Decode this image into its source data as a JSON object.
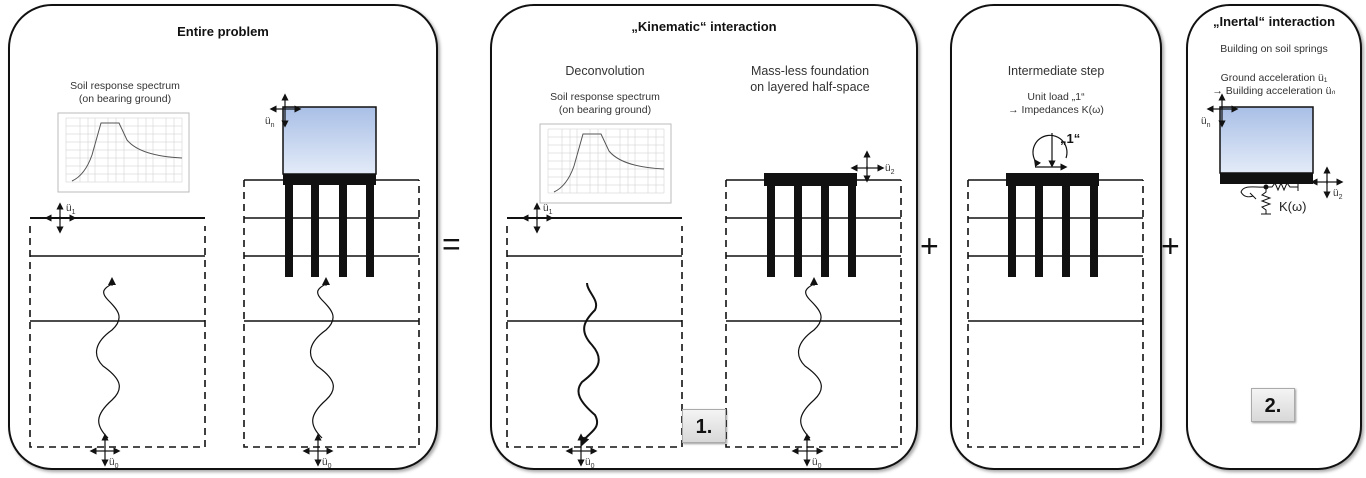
{
  "panels": [
    {
      "id": "entire-problem",
      "title": "Entire problem",
      "spectrum_caption": [
        "Soil response spectrum",
        "(on bearing ground)"
      ],
      "labels": {
        "u1": "ü",
        "u1_sub": "1",
        "un": "ü",
        "un_sub": "n",
        "u0": "ü",
        "u0_sub": "0"
      }
    },
    {
      "id": "kinematic-interaction",
      "title": "„Kinematic“ interaction",
      "left_heading": "Deconvolution",
      "spectrum_caption": [
        "Soil response spectrum",
        "(on bearing ground)"
      ],
      "right_heading": [
        "Mass-less foundation",
        "on layered half-space"
      ],
      "labels": {
        "u1": "ü",
        "u1_sub": "1",
        "u2": "ü",
        "u2_sub": "2",
        "u0": "ü",
        "u0_sub": "0"
      },
      "step_badge": "1."
    },
    {
      "id": "intermediate-step",
      "heading": "Intermediate step",
      "caption": [
        "Unit load „1“",
        "→ Impedances  K(ω)"
      ],
      "load_label": "„1“"
    },
    {
      "id": "inertial-interaction",
      "title": "„Inertal“ interaction",
      "heading": "Building on soil springs",
      "caption": [
        "Ground acceleration  ü₁",
        "→ Building acceleration  üₙ"
      ],
      "labels": {
        "un": "ü",
        "un_sub": "n",
        "u2": "ü",
        "u2_sub": "2",
        "k": "K(ω)"
      },
      "step_badge": "2."
    }
  ],
  "operators": [
    "=",
    "+",
    "+"
  ],
  "colors": {
    "building_top": "#a9bfe6",
    "building_bottom": "#e2eaf7",
    "ink": "#111111"
  }
}
